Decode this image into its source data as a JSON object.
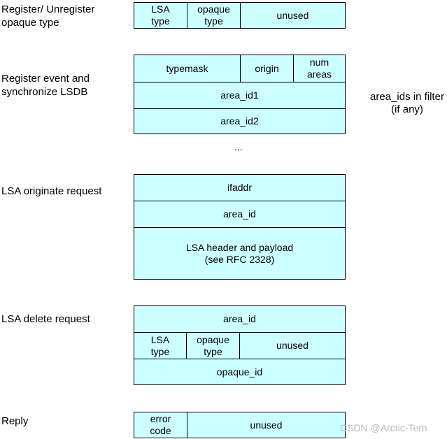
{
  "sections": {
    "register": {
      "label": "Register/ Unregister\nopaque type",
      "lsa_type": "LSA\ntype",
      "opaque_type": "opaque\ntype",
      "unused": "unused"
    },
    "register_event": {
      "label": "Register event and\nsynchronize LSDB",
      "typemask": "typemask",
      "origin": "origin",
      "num_areas": "num\nareas",
      "area_id1": "area_id1",
      "area_id2": "area_id2",
      "ellipsis": "...",
      "side_note": "area_ids in filter\n(if any)"
    },
    "originate": {
      "label": "LSA originate request",
      "ifaddr": "ifaddr",
      "area_id": "area_id",
      "payload": "LSA header and payload\n(see RFC 2328)"
    },
    "delete": {
      "label": "LSA delete request",
      "area_id": "area_id",
      "lsa_type": "LSA\ntype",
      "opaque_type": "opaque\ntype",
      "unused": "unused",
      "opaque_id": "opaque_id"
    },
    "reply": {
      "label": "Reply",
      "error_code": "error\ncode",
      "unused": "unused"
    }
  },
  "watermark": "CSDN @Arctic-Tern",
  "colors": {
    "box_fill": "#ccffff",
    "border": "#000000"
  }
}
